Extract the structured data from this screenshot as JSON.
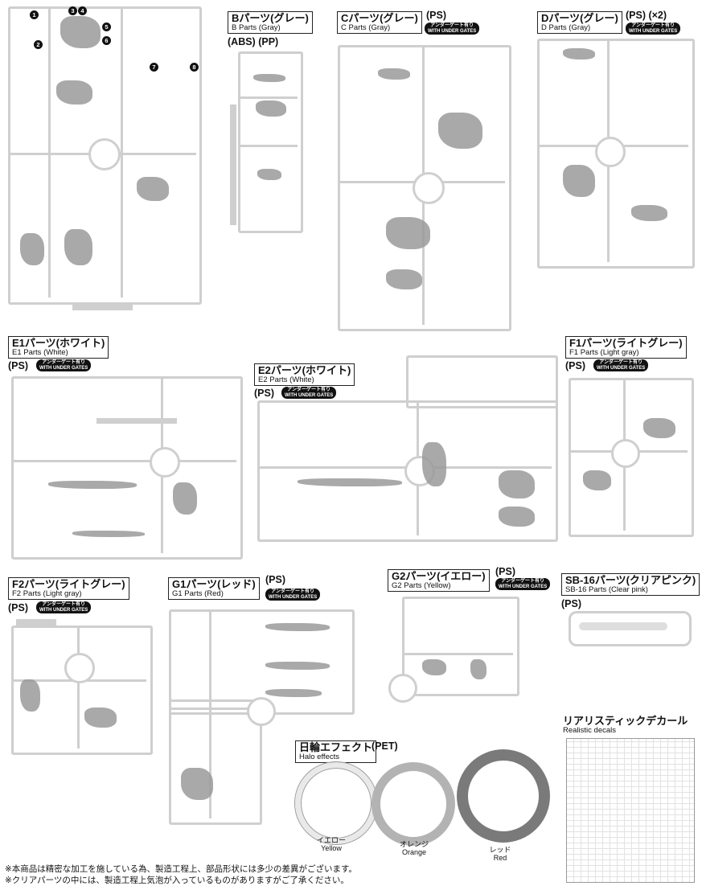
{
  "b_parts": {
    "jp": "Bパーツ(グレー)",
    "en": "B Parts (Gray)",
    "material": "(ABS) (PP)"
  },
  "c_parts": {
    "jp": "Cパーツ(グレー)",
    "en": "C Parts (Gray)",
    "material": "(PS)"
  },
  "d_parts": {
    "jp": "Dパーツ(グレー)",
    "en": "D Parts (Gray)",
    "material": "(PS) (×2)"
  },
  "e1_parts": {
    "jp": "E1パーツ(ホワイト)",
    "en": "E1 Parts (White)",
    "material": "(PS)"
  },
  "e2_parts": {
    "jp": "E2パーツ(ホワイト)",
    "en": "E2 Parts (White)",
    "material": "(PS)"
  },
  "f1_parts": {
    "jp": "F1パーツ(ライトグレー)",
    "en": "F1 Parts (Light gray)",
    "material": "(PS)"
  },
  "f2_parts": {
    "jp": "F2パーツ(ライトグレー)",
    "en": "F2 Parts (Light gray)",
    "material": "(PS)"
  },
  "g1_parts": {
    "jp": "G1パーツ(レッド)",
    "en": "G1 Parts (Red)",
    "material": "(PS)"
  },
  "g2_parts": {
    "jp": "G2パーツ(イエロー)",
    "en": "G2 Parts (Yellow)",
    "material": "(PS)"
  },
  "sb16_parts": {
    "jp": "SB-16パーツ(クリアピンク)",
    "en": "SB-16 Parts (Clear pink)",
    "material": "(PS)"
  },
  "under_gate": {
    "jp": "アンダーゲート有り",
    "en": "WITH UNDER GATES"
  },
  "halo": {
    "jp": "日輪エフェクト",
    "en": "Halo effects",
    "material": "(PET)",
    "yellow_jp": "イエロー",
    "yellow_en": "Yellow",
    "orange_jp": "オレンジ",
    "orange_en": "Orange",
    "red_jp": "レッド",
    "red_en": "Red"
  },
  "decals": {
    "jp": "リアリスティックデカール",
    "en": "Realistic decals"
  },
  "notes": {
    "line1": "※本商品は精密な加工を施している為、製造工程上、部品形状には多少の差異がございます。",
    "line2": "※クリアパーツの中には、製造工程上気泡が入っているものがありますがご了承ください。"
  },
  "part_numbers": {
    "n1": "1",
    "n2": "2",
    "n3": "3",
    "n4": "4",
    "n5": "5",
    "n6": "6",
    "n7": "7",
    "n8": "8"
  },
  "colors": {
    "runner": "#cfcfcf",
    "halo_yellow": "#e9e9e9",
    "halo_orange": "#b3b3b3",
    "halo_red": "#7a7a7a"
  }
}
